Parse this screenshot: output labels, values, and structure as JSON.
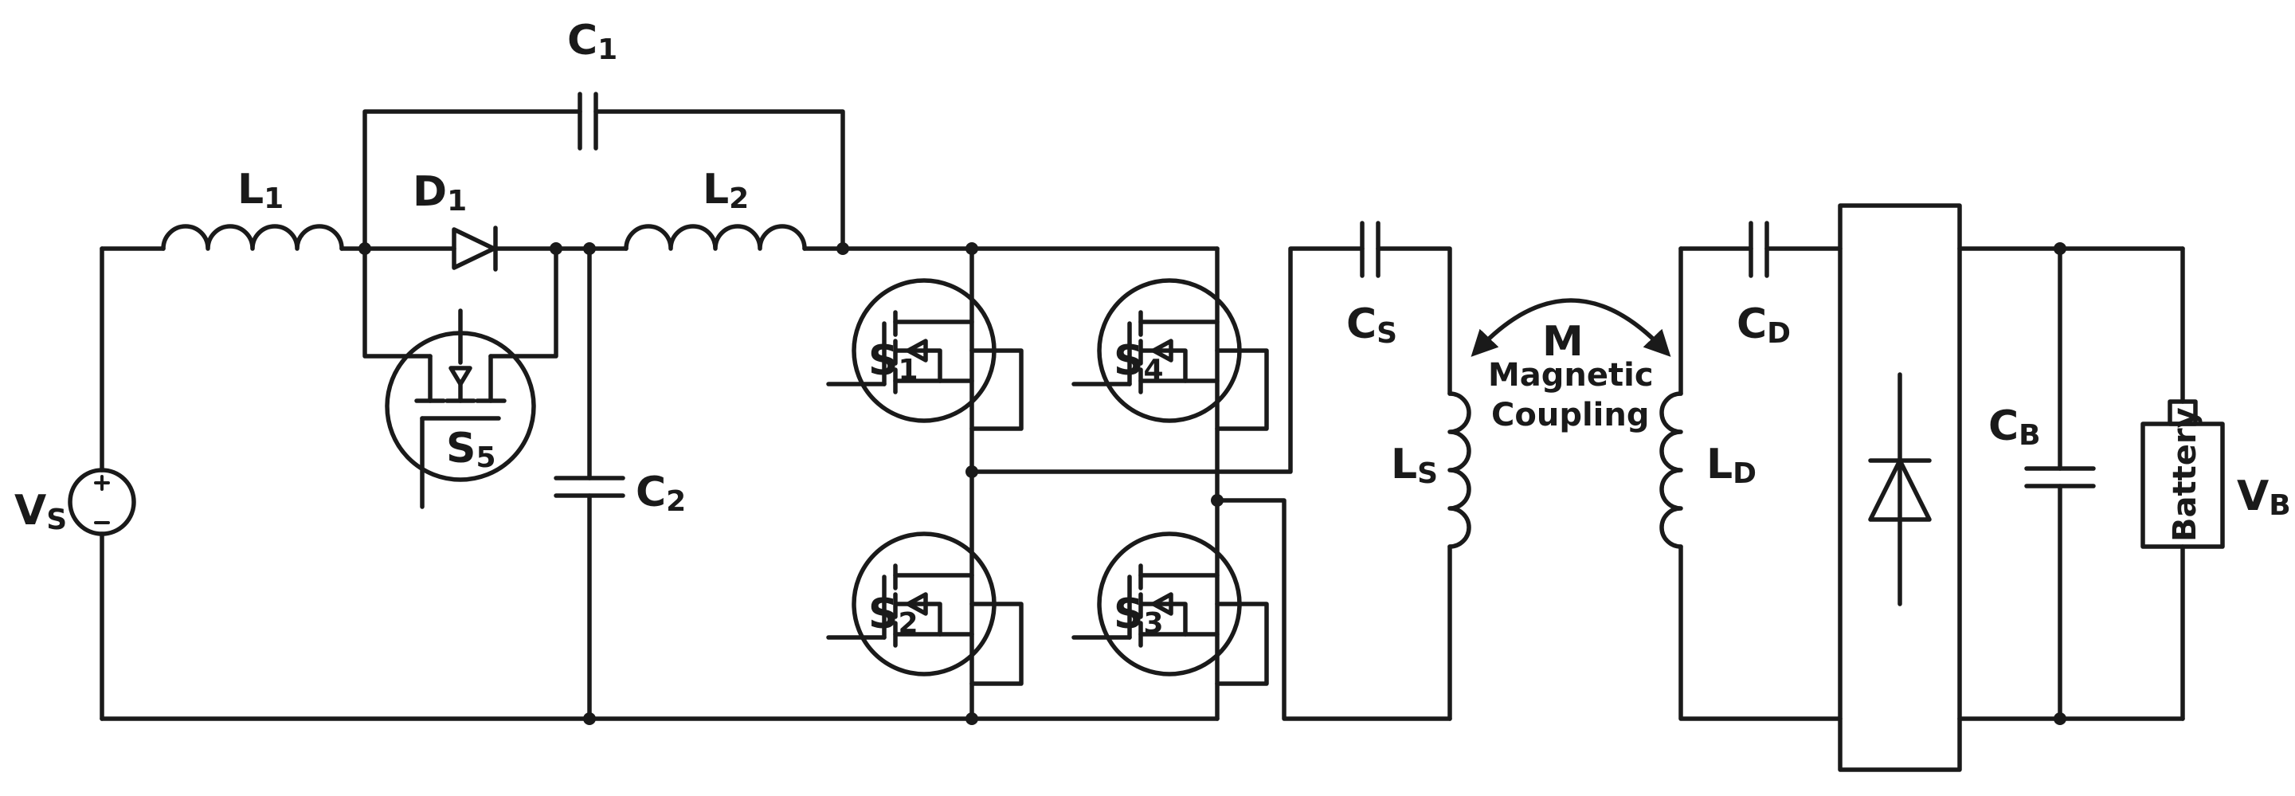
{
  "labels": {
    "L1": "L1",
    "L2": "L2",
    "C1": "C1",
    "C2": "C2",
    "D1": "D1",
    "S1": "S1",
    "S2": "S2",
    "S3": "S3",
    "S4": "S4",
    "S5": "S5",
    "VS": "VS",
    "CS": "CS",
    "LS": "LS",
    "M": "M",
    "coupling_line1": "Magnetic",
    "coupling_line2": "Coupling",
    "CD": "CD",
    "LD": "LD",
    "CB": "CB",
    "VB": "VB",
    "battery": "Battery"
  }
}
